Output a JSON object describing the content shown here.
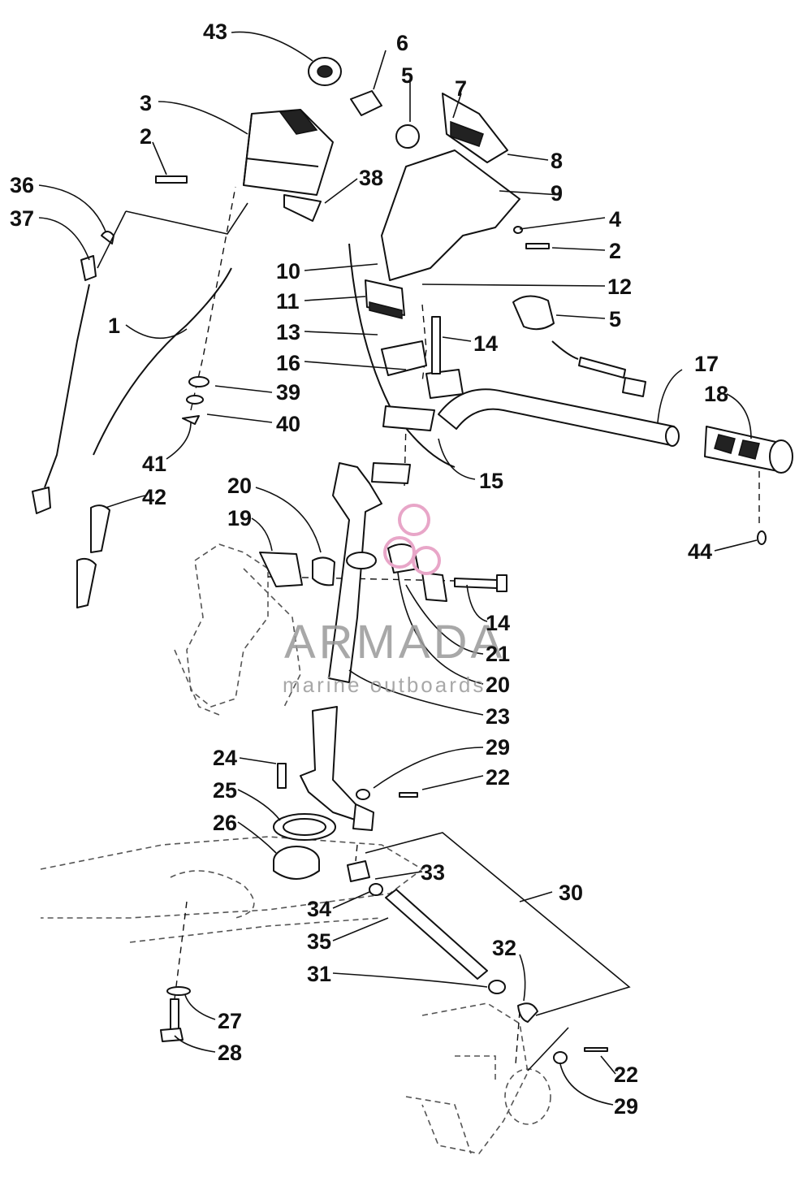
{
  "diagram": {
    "callouts": [
      "43",
      "6",
      "5",
      "7",
      "3",
      "2",
      "8",
      "38",
      "9",
      "36",
      "4",
      "37",
      "2",
      "10",
      "12",
      "11",
      "5",
      "1",
      "13",
      "14",
      "16",
      "17",
      "18",
      "39",
      "40",
      "15",
      "41",
      "42",
      "20",
      "19",
      "44",
      "14",
      "21",
      "20",
      "23",
      "29",
      "24",
      "22",
      "25",
      "26",
      "33",
      "30",
      "34",
      "35",
      "32",
      "31",
      "27",
      "22",
      "28",
      "29"
    ]
  },
  "watermark": {
    "brand": "ARMADA",
    "tagline": "marine outboards",
    "logo_color": "#e8a6c8",
    "text_color": "#9a9a9a"
  }
}
